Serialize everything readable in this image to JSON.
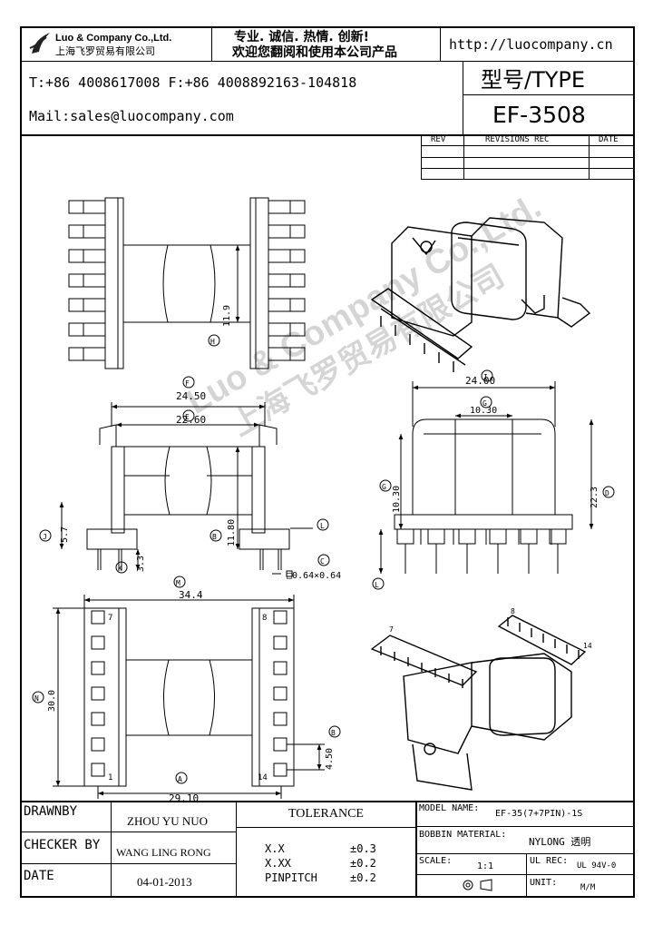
{
  "header": {
    "company_en": "Luo & Company Co.,Ltd.",
    "company_cn": "上海飞罗贸易有限公司",
    "slogan_1": "专业. 诚信. 热情. 创新!",
    "slogan_2": "欢迎您翻阅和使用本公司产品",
    "url": "http://luocompany.cn",
    "phone_fax": "T:+86 4008617008 F:+86 4008892163-104818",
    "mail": "Mail:sales@luocompany.com",
    "type_label": "型号/TYPE",
    "model": "EF-3508"
  },
  "revisions": {
    "col_rev": "REV",
    "col_rec": "REVISIONS REC",
    "col_date": "DATE"
  },
  "watermark": {
    "text_en": "Luo & Company Co.,Ltd.",
    "text_cn": "上海飞罗贸易有限公司"
  },
  "drawing": {
    "dim_h": "11.9",
    "dim_f": "24.50",
    "dim_e": "22.60",
    "dim_j": "5.7",
    "dim_k": "3.3",
    "dim_b2": "11.80",
    "dim_c": "□0.64×0.64",
    "dim_i": "24.00",
    "dim_g": "10.30",
    "dim_g2": "10.30",
    "dim_d": "22.3",
    "dim_m": "34.4",
    "dim_n": "30.0",
    "dim_b": "4.50",
    "dim_a": "29.10",
    "pin_1": "1",
    "pin_7": "7",
    "pin_8": "8",
    "pin_14": "14",
    "iso_pin_7": "7",
    "iso_pin_8": "8",
    "iso_pin_14": "14",
    "circ_h": "H",
    "circ_f": "F",
    "circ_e": "E",
    "circ_j": "J",
    "circ_k": "K",
    "circ_b2": "B",
    "circ_l": "L",
    "circ_c": "C",
    "circ_i": "I",
    "circ_g": "G",
    "circ_g2": "G",
    "circ_d": "D",
    "circ_l2": "L",
    "circ_m": "M",
    "circ_n": "N",
    "circ_b": "B",
    "circ_a": "A"
  },
  "footer": {
    "drawnby_label": "DRAWNBY",
    "drawnby_value": "ZHOU YU NUO",
    "checker_label": "CHECKER BY",
    "checker_value": "WANG LING RONG",
    "date_label": "DATE",
    "date_value": "04-01-2013",
    "tolerance_label": "TOLERANCE",
    "tol_1_key": "X.X",
    "tol_1_val": "±0.3",
    "tol_2_key": "X.XX",
    "tol_2_val": "±0.2",
    "tol_3_key": "PINPITCH",
    "tol_3_val": "±0.2",
    "model_name_label": "MODEL NAME:",
    "model_name_value": "EF-35(7+7PIN)-1S",
    "bobbin_label": "BOBBIN MATERIAL:",
    "bobbin_value": "NYLONG 透明",
    "scale_label": "SCALE:",
    "scale_value": "1:1",
    "ul_label": "UL REC:",
    "ul_value": "UL 94V-0",
    "unit_label": "UNIT:",
    "unit_value": "M/M"
  }
}
